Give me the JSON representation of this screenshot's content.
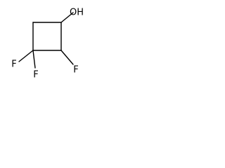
{
  "molecule": {
    "atoms": {
      "hydroxyl": "OH",
      "fluorine_1": "F",
      "fluorine_2": "F",
      "fluorine_3": "F"
    }
  }
}
